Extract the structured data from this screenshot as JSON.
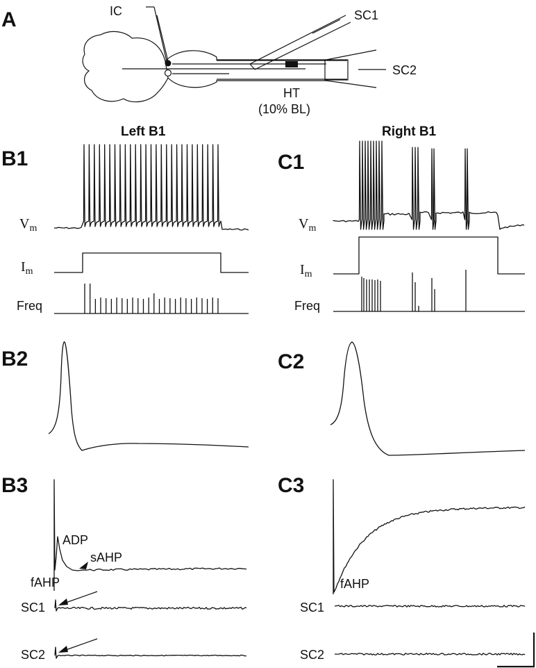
{
  "schematic": {
    "panel": "A",
    "ic_label": "IC",
    "sc1_label": "SC1",
    "sc2_label": "SC2",
    "ht_label": "HT",
    "ht_sub": "(10% BL)"
  },
  "columns": {
    "left_title": "Left B1",
    "right_title": "Right B1"
  },
  "panels": {
    "b1": "B1",
    "b2": "B2",
    "b3": "B3",
    "c1": "C1",
    "c2": "C2",
    "c3": "C3"
  },
  "row1_labels": {
    "vm_main": "V",
    "vm_sub": "m",
    "im_main": "I",
    "im_sub": "m",
    "freq": "Freq"
  },
  "row3_labels": {
    "adp": "ADP",
    "sahp": "sAHP",
    "fahp_left": "fAHP",
    "fahp_right": "fAHP",
    "sc1": "SC1",
    "sc2": "SC2"
  }
}
